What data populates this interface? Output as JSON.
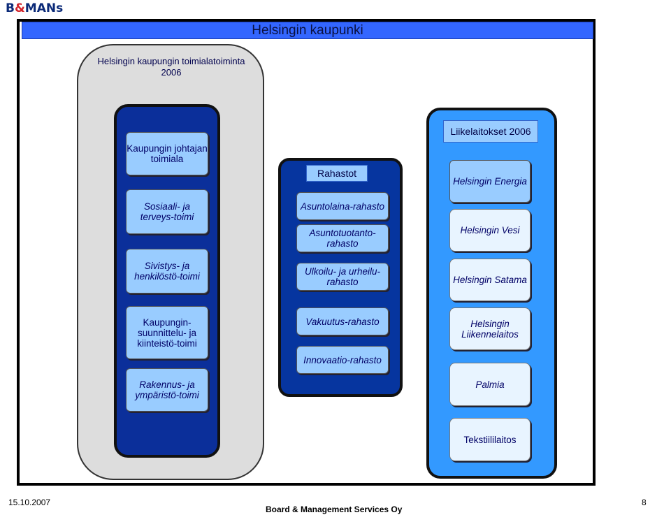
{
  "logo": {
    "prefix": "B",
    "amp": "&",
    "suffix": "MANs"
  },
  "title": "Helsingin kaupunki",
  "grey_title": "Helsingin kaupungin toimialatoiminta 2006",
  "column1": [
    "Kaupungin johtajan toimiala",
    "Sosiaali- ja terveys-toimi",
    "Sivistys- ja henkilöstö-toimi",
    "Kaupungin-suunnittelu- ja kiinteistö-toimi",
    "Rakennus- ja ympäristö-toimi"
  ],
  "column2": {
    "header": "Rahastot",
    "items": [
      "Asuntolaina-rahasto",
      "Asuntotuotanto-rahasto",
      "Ulkoilu- ja urheilu-rahasto",
      "Vakuutus-rahasto",
      "Innovaatio-rahasto"
    ]
  },
  "column3": {
    "header": "Liikelaitokset 2006",
    "items": [
      "Helsingin Energia",
      "Helsingin Vesi",
      "Helsingin Satama",
      "Helsingin Liikennelaitos",
      "Palmia",
      "Tekstiililaitos"
    ]
  },
  "footer": {
    "date": "15.10.2007",
    "company": "Board & Management Services Oy",
    "page": "8"
  }
}
